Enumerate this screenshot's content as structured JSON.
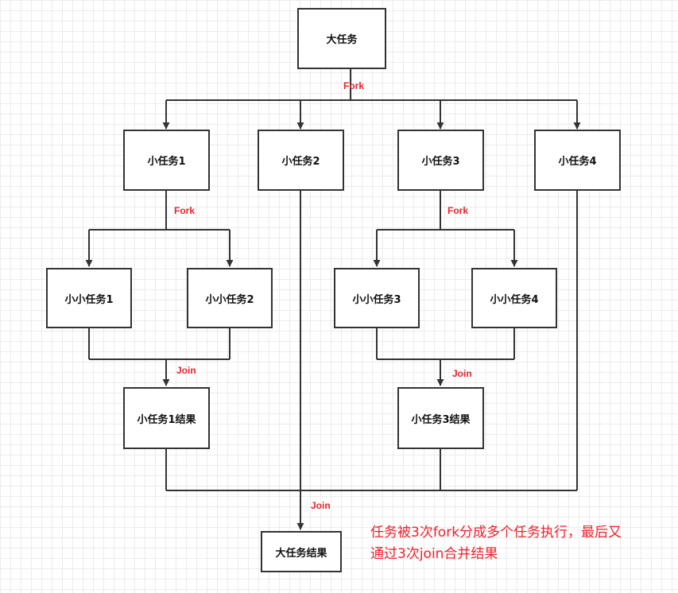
{
  "nodes": {
    "big_task": "大任务",
    "sub1": "小任务1",
    "sub2": "小任务2",
    "sub3": "小任务3",
    "sub4": "小任务4",
    "subsub1": "小小任务1",
    "subsub2": "小小任务2",
    "subsub3": "小小任务3",
    "subsub4": "小小任务4",
    "sub1_result": "小任务1结果",
    "sub3_result": "小任务3结果",
    "big_result": "大任务结果"
  },
  "labels": {
    "fork_top": "Fork",
    "fork_left": "Fork",
    "fork_right": "Fork",
    "join_left": "Join",
    "join_right": "Join",
    "join_bottom": "Join"
  },
  "note": {
    "line1": "任务被3次fork分成多个任务执行，最后又",
    "line2": "通过3次join合并结果"
  },
  "colors": {
    "label": "#e8242c",
    "line": "#333333",
    "note": "#f0202a"
  }
}
